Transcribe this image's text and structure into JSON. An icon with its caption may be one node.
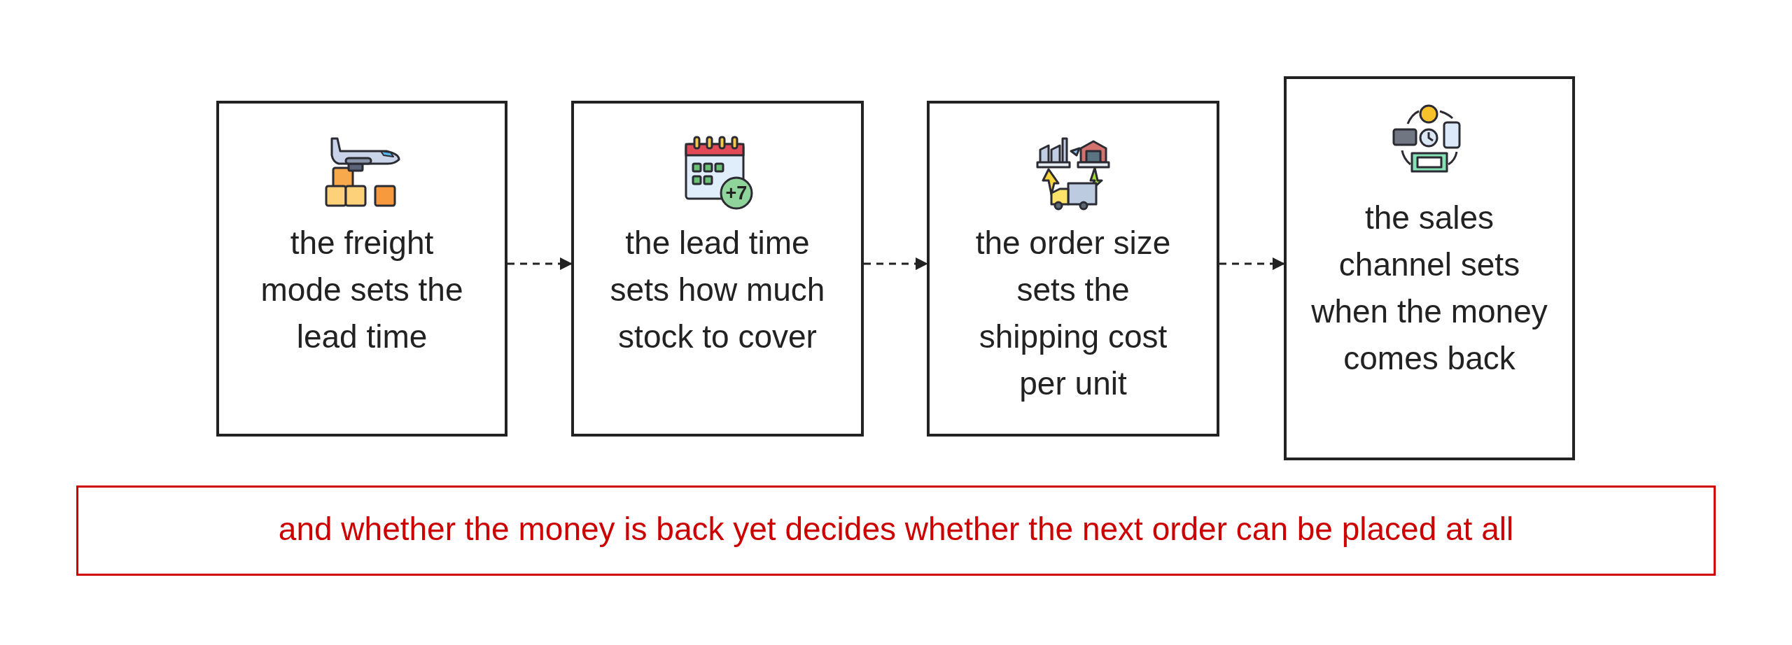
{
  "diagram": {
    "nodes": [
      {
        "text": [
          "the freight mode sets the lead time"
        ]
      },
      {
        "text": [
          "the lead time sets how much stock to cover"
        ]
      },
      {
        "text": [
          "the order size sets the shipping cost per unit"
        ]
      },
      {
        "text": [
          "the sales channel sets when the money comes back"
        ]
      },
      {
        "text": [
          "and whether the money is back yet decides whether the next order can be placed at all"
        ]
      }
    ],
    "edges": [
      {
        "from": 0,
        "to": 1,
        "arrow": "to",
        "style": "dashed"
      },
      {
        "from": 1,
        "to": 2,
        "arrow": "to",
        "style": "dashed"
      },
      {
        "from": 2,
        "to": 3,
        "arrow": "to",
        "style": "dashed"
      }
    ],
    "labels": [
      "+7"
    ]
  }
}
